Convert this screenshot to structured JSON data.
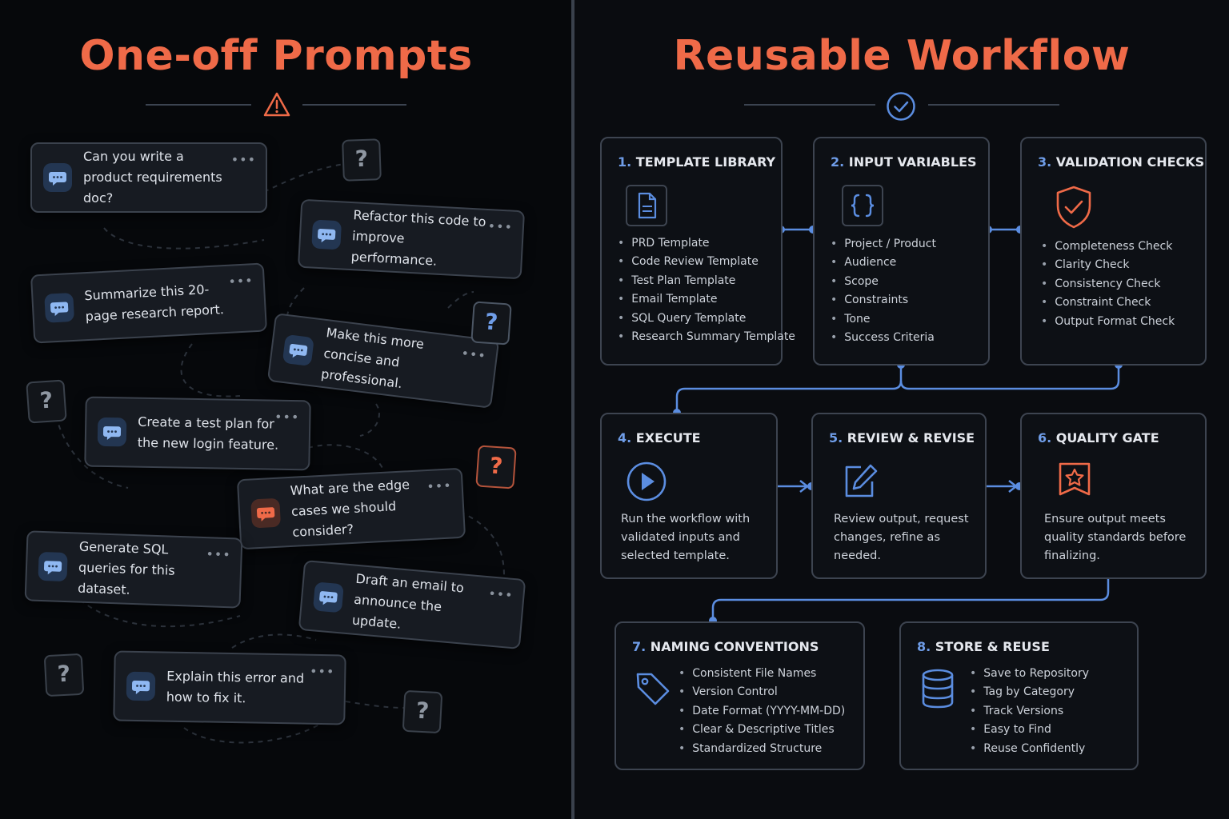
{
  "left": {
    "title": "One-off Prompts",
    "bubbles": [
      {
        "text": "Can you write a product requirements doc?"
      },
      {
        "text": "Refactor this code to improve performance."
      },
      {
        "text": "Summarize this 20-page research report."
      },
      {
        "text": "Make this more concise and professional."
      },
      {
        "text": "Create a test plan for the new login feature."
      },
      {
        "text": "What are the edge cases we should consider?"
      },
      {
        "text": "Generate SQL queries for this dataset."
      },
      {
        "text": "Draft an email to announce the update."
      },
      {
        "text": "Explain this error and how to fix it."
      }
    ],
    "more_glyph": "•••",
    "question_glyph": "?"
  },
  "right": {
    "title": "Reusable Workflow",
    "cards": [
      {
        "num": "1.",
        "title": "TEMPLATE LIBRARY",
        "items": [
          "PRD Template",
          "Code Review Template",
          "Test Plan Template",
          "Email Template",
          "SQL Query Template",
          "Research Summary Template"
        ]
      },
      {
        "num": "2.",
        "title": "INPUT VARIABLES",
        "items": [
          "Project / Product",
          "Audience",
          "Scope",
          "Constraints",
          "Tone",
          "Success Criteria"
        ]
      },
      {
        "num": "3.",
        "title": "VALIDATION CHECKS",
        "items": [
          "Completeness Check",
          "Clarity Check",
          "Consistency Check",
          "Constraint Check",
          "Output Format Check"
        ]
      },
      {
        "num": "4.",
        "title": "EXECUTE",
        "desc": "Run the workflow with validated inputs and selected template."
      },
      {
        "num": "5.",
        "title": "REVIEW & REVISE",
        "desc": "Review output, request changes, refine as needed."
      },
      {
        "num": "6.",
        "title": "QUALITY GATE",
        "desc": "Ensure output meets quality standards before finalizing."
      },
      {
        "num": "7.",
        "title": "NAMING CONVENTIONS",
        "items": [
          "Consistent File Names",
          "Version Control",
          "Date Format (YYYY-MM-DD)",
          "Clear & Descriptive Titles",
          "Standardized Structure"
        ]
      },
      {
        "num": "8.",
        "title": "STORE & REUSE",
        "items": [
          "Save to Repository",
          "Tag by Category",
          "Track Versions",
          "Easy to Find",
          "Reuse Confidently"
        ]
      }
    ]
  },
  "colors": {
    "accent_orange": "#ef6a48",
    "accent_blue": "#5b8de0",
    "card_border": "#3d4450"
  },
  "icons": [
    "warning-icon",
    "check-circle-icon",
    "chat-icon",
    "document-icon",
    "braces-icon",
    "shield-check-icon",
    "play-icon",
    "edit-icon",
    "badge-star-icon",
    "tag-icon",
    "database-icon"
  ]
}
